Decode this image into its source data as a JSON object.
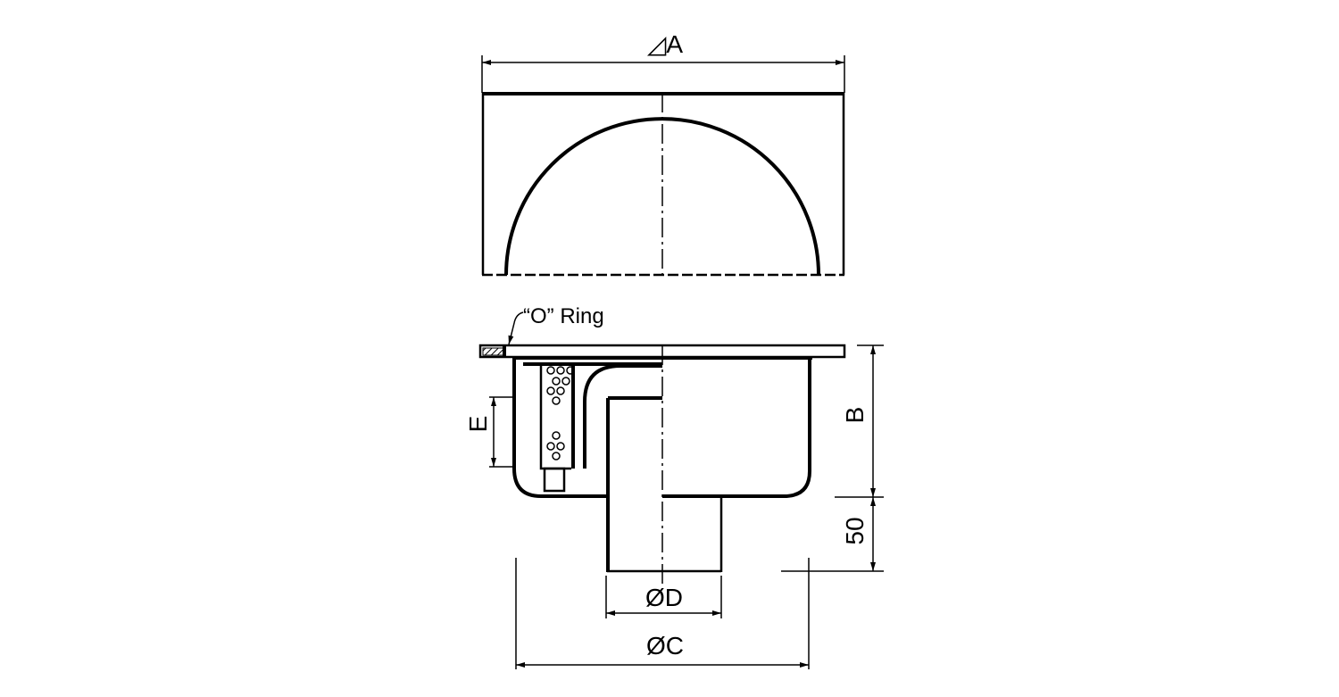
{
  "drawing": {
    "labels": {
      "dim_a": "◿A",
      "dim_b": "B",
      "dim_50": "50",
      "dim_c": "ØC",
      "dim_d": "ØD",
      "dim_e": "E",
      "o_ring": "“O” Ring"
    },
    "colors": {
      "line": "#000000",
      "background": "#ffffff"
    }
  }
}
